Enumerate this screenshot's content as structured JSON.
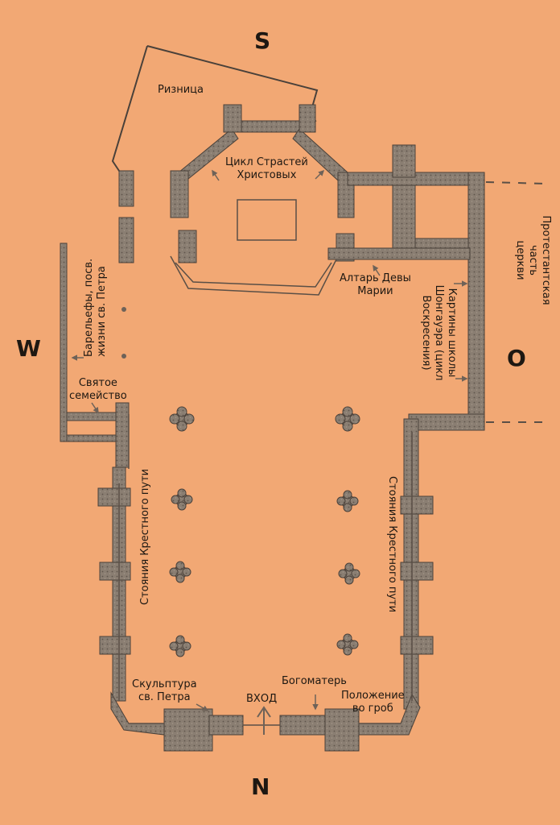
{
  "compass": {
    "south": "S",
    "north": "N",
    "west": "W",
    "east": "O"
  },
  "labels": {
    "sacristy": "Ризница",
    "passion_cycle": "Цикл Страстей\nХристовых",
    "virgin_altar": "Алтарь Девы\nМарии",
    "protestant_part": "Протестантская\nчасть\nцеркви",
    "schongauer_paintings": "Картины школы\nШонгауэра (цикл\nВоскресения)",
    "st_peter_reliefs": "Барельефы, посв.\nжизни св. Петра",
    "holy_family": "Святое\nсемейство",
    "stations_left": "Стояния Крестного пути",
    "stations_right": "Стояния Крестного пути",
    "st_peter_sculpture": "Скульптура\nсв. Петра",
    "entrance": "ВХОД",
    "madonna": "Богоматерь",
    "entombment": "Положение\nво гроб"
  },
  "colors": {
    "paper": "#f2a874",
    "wall": "#7a6e64",
    "wall_edge": "#4a413a",
    "ink": "#1e1812"
  }
}
